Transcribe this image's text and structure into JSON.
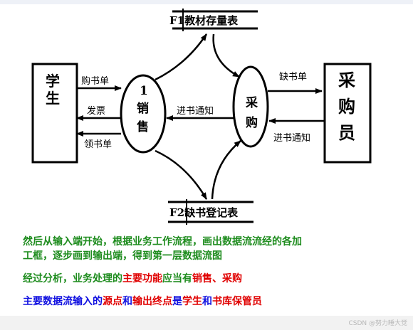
{
  "diagram": {
    "store_top": "F1教材存量表",
    "store_bottom": "F2缺书登记表",
    "student": [
      "学",
      "生"
    ],
    "purchaser": [
      "采",
      "购",
      "员"
    ],
    "sales": [
      "1",
      "销",
      "售"
    ],
    "purchase": [
      "采",
      "购"
    ],
    "flows": {
      "order": "购书单",
      "invoice": "发票",
      "pickup": "领书单",
      "restock_mid": "进书通知",
      "shortage": "缺书单",
      "restock_right": "进书通知"
    }
  },
  "notes": {
    "line1a": "然后从输入端开始，根据业务工作流程，画出数据流流经的各加",
    "line1b": "工框，逐步画到输出端，得到第一层数据流图",
    "line2_prefix": "经过分析，业务处理的",
    "line2_key": "主要功能",
    "line2_mid": "应当有",
    "line2_f1": "销售",
    "line2_sep": "、",
    "line2_f2": "采购",
    "line3_a": "主要数据流输入的",
    "line3_b": "源点",
    "line3_c": "和",
    "line3_d": "输出终点",
    "line3_e": "是",
    "line3_f": "学生",
    "line3_g": "和",
    "line3_h": "书库保管员"
  },
  "watermark": "CSDN @努力睡大觉"
}
